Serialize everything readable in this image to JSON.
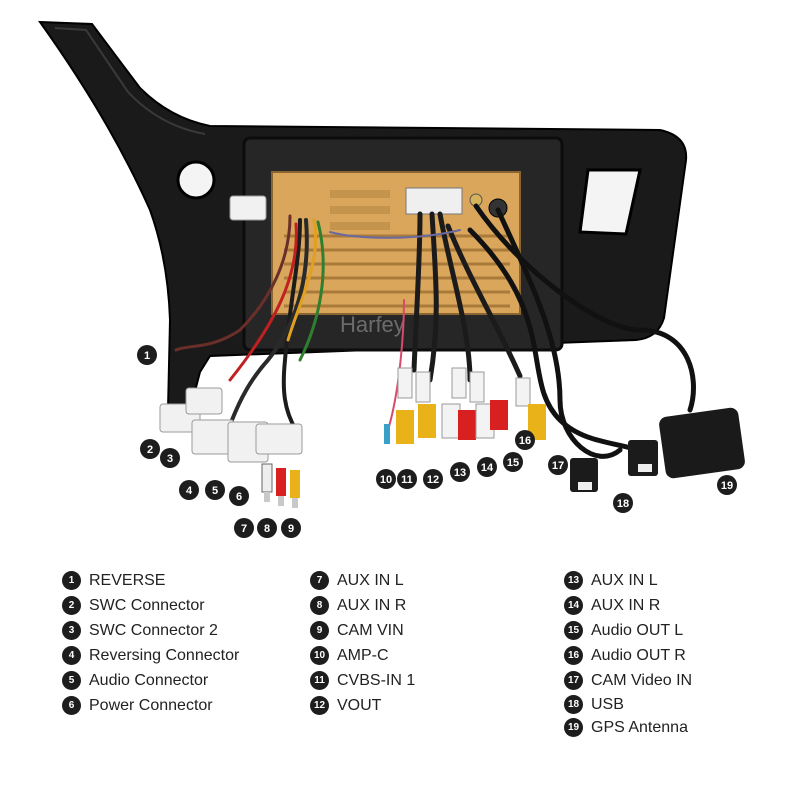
{
  "image": {
    "watermark": "Harfey"
  },
  "callouts": [
    "1",
    "2",
    "3",
    "4",
    "5",
    "6",
    "7",
    "8",
    "9",
    "10",
    "11",
    "12",
    "13",
    "14",
    "15",
    "16",
    "17",
    "18",
    "19"
  ],
  "legend": [
    {
      "num": "1",
      "label": "REVERSE"
    },
    {
      "num": "2",
      "label": "SWC Connector"
    },
    {
      "num": "3",
      "label": "SWC Connector 2"
    },
    {
      "num": "4",
      "label": "Reversing Connector"
    },
    {
      "num": "5",
      "label": "Audio Connector"
    },
    {
      "num": "6",
      "label": "Power Connector"
    },
    {
      "num": "7",
      "label": "AUX IN L"
    },
    {
      "num": "8",
      "label": "AUX IN R"
    },
    {
      "num": "9",
      "label": "CAM VIN"
    },
    {
      "num": "10",
      "label": "AMP-C"
    },
    {
      "num": "11",
      "label": "CVBS-IN 1"
    },
    {
      "num": "12",
      "label": "VOUT"
    },
    {
      "num": "13",
      "label": "AUX IN L"
    },
    {
      "num": "14",
      "label": "AUX IN R"
    },
    {
      "num": "15",
      "label": "Audio OUT L"
    },
    {
      "num": "16",
      "label": "Audio OUT R"
    },
    {
      "num": "17",
      "label": "CAM Video IN"
    },
    {
      "num": "18",
      "label": "USB"
    },
    {
      "num": "19",
      "label": "GPS Antenna"
    }
  ]
}
